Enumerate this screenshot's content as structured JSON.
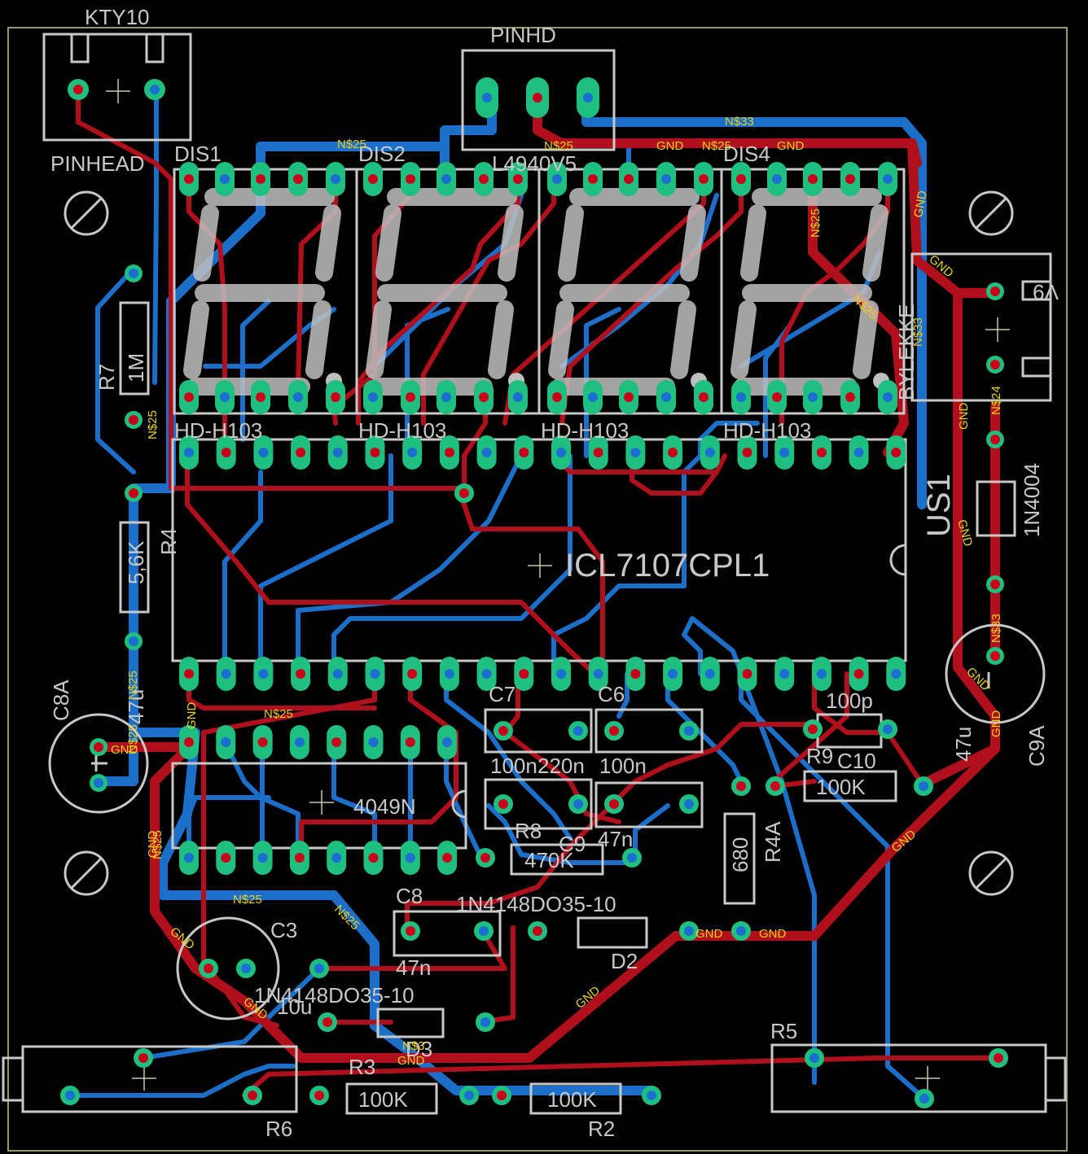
{
  "labels": {
    "kty10": "KTY10",
    "pinhead": "PINHEAD",
    "pinhd": "PINHD",
    "dis1": "DIS1",
    "dis2": "DIS2",
    "dis3": "L4940V5",
    "dis4": "DIS4",
    "hd1": "HD-H103",
    "hd2": "HD-H103",
    "hd3": "HD-H103",
    "hd4": "HD-H103",
    "icl": "ICL7107CPL1",
    "us1": "US1",
    "r7": "R7",
    "r7v": "1M",
    "r4": "R4",
    "r4v": "5,6K",
    "c8a": "C8A",
    "c8av": "47u",
    "c9a": "C9A",
    "c9av": "47u",
    "ic4049": "4049N",
    "c7": "C7",
    "c6": "C6",
    "c6v": "100n",
    "c7v": "220n",
    "c11": "100n",
    "c10": "C10",
    "c10v": "100p",
    "r9": "R9",
    "r9v": "100K",
    "r8": "R8",
    "r8v": "470K",
    "c9": "C9",
    "c9v": "47n",
    "r4a": "R4A",
    "r4av": "680",
    "c8": "C8",
    "c8v": "47n",
    "d1l": "1N4148DO35-10",
    "d2": "D2",
    "d3l": "1N4148DO35-10",
    "d3": "D3",
    "c3": "C3",
    "c3v": "10u",
    "r3": "R3",
    "r3v": "100K",
    "r2": "R2",
    "r2v": "100K",
    "r5": "R5",
    "r6": "R6",
    "diode": "1N4004",
    "bylekke": "BYLEKKE",
    "v9": "V9"
  },
  "nets": {
    "n25": "N$25",
    "n33": "N$33",
    "n24": "N$24",
    "gnd": "GND",
    "n3": "N$3"
  },
  "colors": {
    "background": "#000000",
    "top_copper": "#b0101c",
    "bottom_copper": "#1b6fc8",
    "pad": "#1fbf7f",
    "silkscreen": "#c8c8c8",
    "net_label": "#e8d020"
  }
}
